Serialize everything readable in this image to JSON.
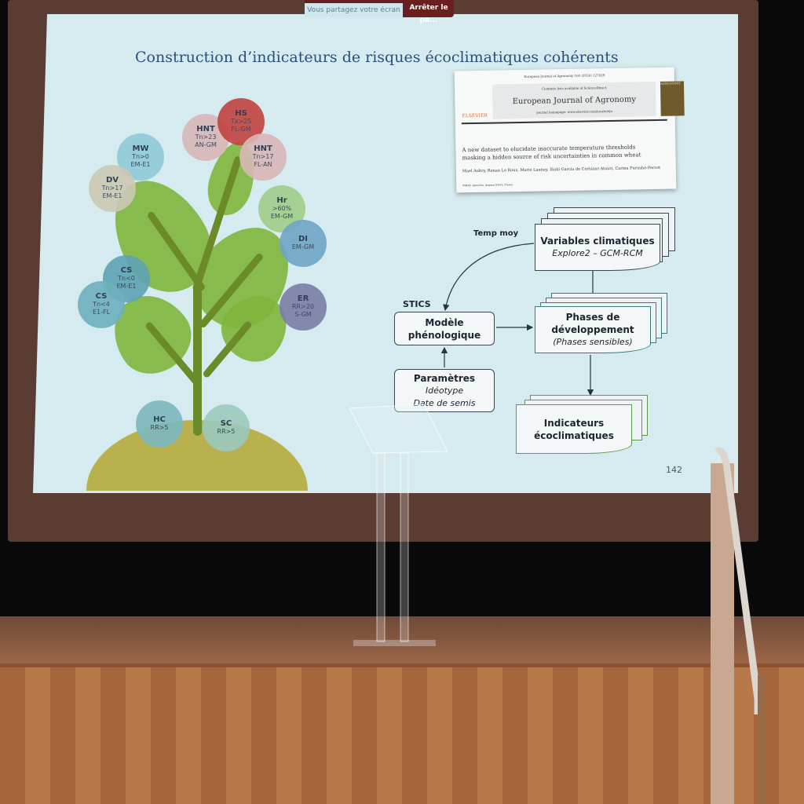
{
  "share_bar": {
    "message": "Vous partagez votre écran",
    "stop_button": "Arrêter le pa..."
  },
  "slide": {
    "title": "Construction d’indicateurs de risques écoclimatiques cohérents",
    "page_number": "142",
    "paper": {
      "journal_ref": "European Journal of Agronomy 160 (2024) 127429",
      "available": "Contents lists available at ScienceDirect",
      "journal": "European Journal of Agronomy",
      "homepage": "journal homepage: www.elsevier.com/locate/eja",
      "publisher": "ELSEVIER",
      "cover": "AGRONOMY",
      "title": "A new dataset to elucidate inaccurate temperature thresholds masking a hidden source of risk uncertainties in common wheat",
      "authors": "Mael Aubry, Renan Le Roux, Marie Launay, Iñaki García de Cortázar-Atauri, Carina Furusho-Percot",
      "affiliation": "INRAE, AgroClim, Avignon 84914, France"
    },
    "indicators": [
      {
        "code": "HNT",
        "l1": "Tn>23",
        "l2": "AN-GM",
        "color": "#d9b8b8"
      },
      {
        "code": "HS",
        "l1": "Tx>25",
        "l2": "FL-GM",
        "color": "#c0433f"
      },
      {
        "code": "HNT",
        "l1": "Tn>17",
        "l2": "FL-AN",
        "color": "#d9b8b8"
      },
      {
        "code": "MW",
        "l1": "Tn>0",
        "l2": "EM-E1",
        "color": "#8fcbd6"
      },
      {
        "code": "DV",
        "l1": "Tn>17",
        "l2": "EM-E1",
        "color": "#ccc9b4"
      },
      {
        "code": "Hr",
        "l1": ">60%",
        "l2": "EM-GM",
        "color": "#9fcf8a"
      },
      {
        "code": "DI",
        "l1": "EM-GM",
        "l2": "",
        "color": "#6ea6c6"
      },
      {
        "code": "CS",
        "l1": "Tn<0",
        "l2": "EM-E1",
        "color": "#5ea3b5"
      },
      {
        "code": "CS",
        "l1": "Tn<4",
        "l2": "E1-FL",
        "color": "#6fb0be"
      },
      {
        "code": "ER",
        "l1": "RR>20",
        "l2": "S-GM",
        "color": "#7b7fa6"
      },
      {
        "code": "HC",
        "l1": "RR>5",
        "l2": "",
        "color": "#7db8c0"
      },
      {
        "code": "SC",
        "l1": "RR>5",
        "l2": "",
        "color": "#9ccabf"
      }
    ],
    "flow": {
      "variables": {
        "title": "Variables climatiques",
        "sub": "Explore2 – GCM-RCM"
      },
      "temp_label": "Temp moy",
      "stics_label": "STICS",
      "model": {
        "l1": "Modèle",
        "l2": "phénologique"
      },
      "phases": {
        "l1": "Phases de",
        "l2": "développement",
        "sub": "(Phases sensibles)"
      },
      "params": {
        "title": "Paramètres",
        "l1": "Idéotype",
        "l2": "Date de semis"
      },
      "indicators": {
        "l1": "Indicateurs",
        "l2": "écoclimatiques"
      }
    }
  }
}
